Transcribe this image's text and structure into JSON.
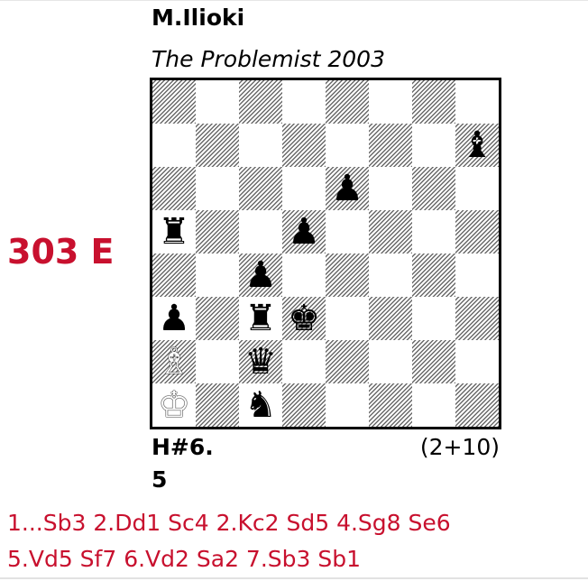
{
  "problem": {
    "number": "303 E",
    "author": "M.Ilioki",
    "source": "The Problemist 2003",
    "stipulation": [
      "H#6.",
      "5"
    ],
    "piece_count": "(2+10)"
  },
  "colors": {
    "accent": "#c8102e",
    "text": "#000000",
    "hatch": "#6a6a6a"
  },
  "board": {
    "pieces": [
      {
        "square": "h7",
        "side": "black",
        "type": "bishop",
        "glyph": "♝"
      },
      {
        "square": "e6",
        "side": "black",
        "type": "pawn",
        "glyph": "♟"
      },
      {
        "square": "a5",
        "side": "black",
        "type": "rook",
        "glyph": "♜"
      },
      {
        "square": "d5",
        "side": "black",
        "type": "pawn",
        "glyph": "♟"
      },
      {
        "square": "c4",
        "side": "black",
        "type": "pawn",
        "glyph": "♟"
      },
      {
        "square": "a3",
        "side": "black",
        "type": "pawn",
        "glyph": "♟"
      },
      {
        "square": "c3",
        "side": "black",
        "type": "rook",
        "glyph": "♜"
      },
      {
        "square": "d3",
        "side": "black",
        "type": "king",
        "glyph": "♚"
      },
      {
        "square": "a2",
        "side": "white",
        "type": "bishop",
        "glyph": "♗"
      },
      {
        "square": "c2",
        "side": "black",
        "type": "queen",
        "glyph": "♛"
      },
      {
        "square": "a1",
        "side": "white",
        "type": "king",
        "glyph": "♔"
      },
      {
        "square": "c1",
        "side": "black",
        "type": "knight",
        "glyph": "♞"
      }
    ]
  },
  "solution": {
    "line1": "1...Sb3 2.Dd1 Sc4 2.Kc2 Sd5 4.Sg8 Se6",
    "line2": "5.Vd5 Sf7 6.Vd2 Sa2 7.Sb3 Sb1"
  }
}
